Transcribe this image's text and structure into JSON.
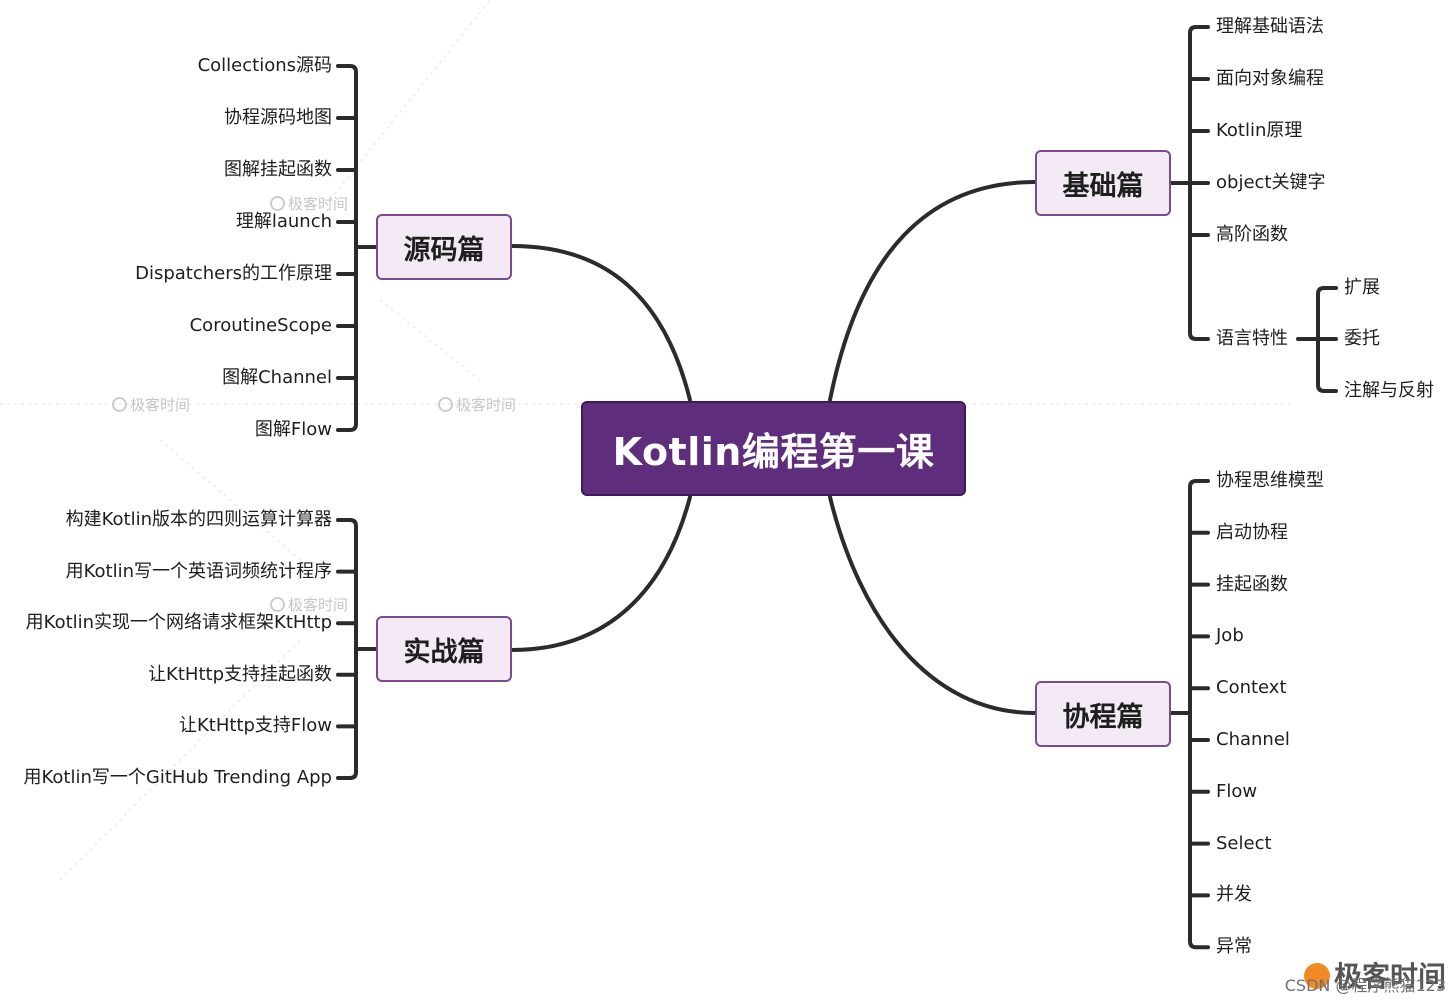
{
  "root": {
    "label": "Kotlin编程第一课"
  },
  "branches": [
    {
      "id": "source",
      "label": "源码篇",
      "side": "left",
      "leaves": [
        "Collections源码",
        "协程源码地图",
        "图解挂起函数",
        "理解launch",
        "Dispatchers的工作原理",
        "CoroutineScope",
        "图解Channel",
        "图解Flow"
      ]
    },
    {
      "id": "practice",
      "label": "实战篇",
      "side": "left",
      "leaves": [
        "构建Kotlin版本的四则运算计算器",
        "用Kotlin写一个英语词频统计程序",
        "用Kotlin实现一个网络请求框架KtHttp",
        "让KtHttp支持挂起函数",
        "让KtHttp支持Flow",
        "用Kotlin写一个GitHub Trending App"
      ]
    },
    {
      "id": "basics",
      "label": "基础篇",
      "side": "right",
      "leaves": [
        "理解基础语法",
        "面向对象编程",
        "Kotlin原理",
        "object关键字",
        "高阶函数",
        "语言特性"
      ],
      "sub_leaves": [
        "扩展",
        "委托",
        "注解与反射"
      ]
    },
    {
      "id": "coroutine",
      "label": "协程篇",
      "side": "right",
      "leaves": [
        "协程思维模型",
        "启动协程",
        "挂起函数",
        "Job",
        "Context",
        "Channel",
        "Flow",
        "Select",
        "并发",
        "异常"
      ]
    }
  ],
  "watermark": {
    "text": "极客时间"
  },
  "brand": {
    "text": "极客时间"
  },
  "credit": {
    "text": "CSDN @程序熊猫123"
  },
  "colors": {
    "root_fill": "#5e2d7c",
    "branch_fill": "#f3eaf6",
    "branch_border": "#7b4a8f",
    "line": "#2b2b2b"
  }
}
